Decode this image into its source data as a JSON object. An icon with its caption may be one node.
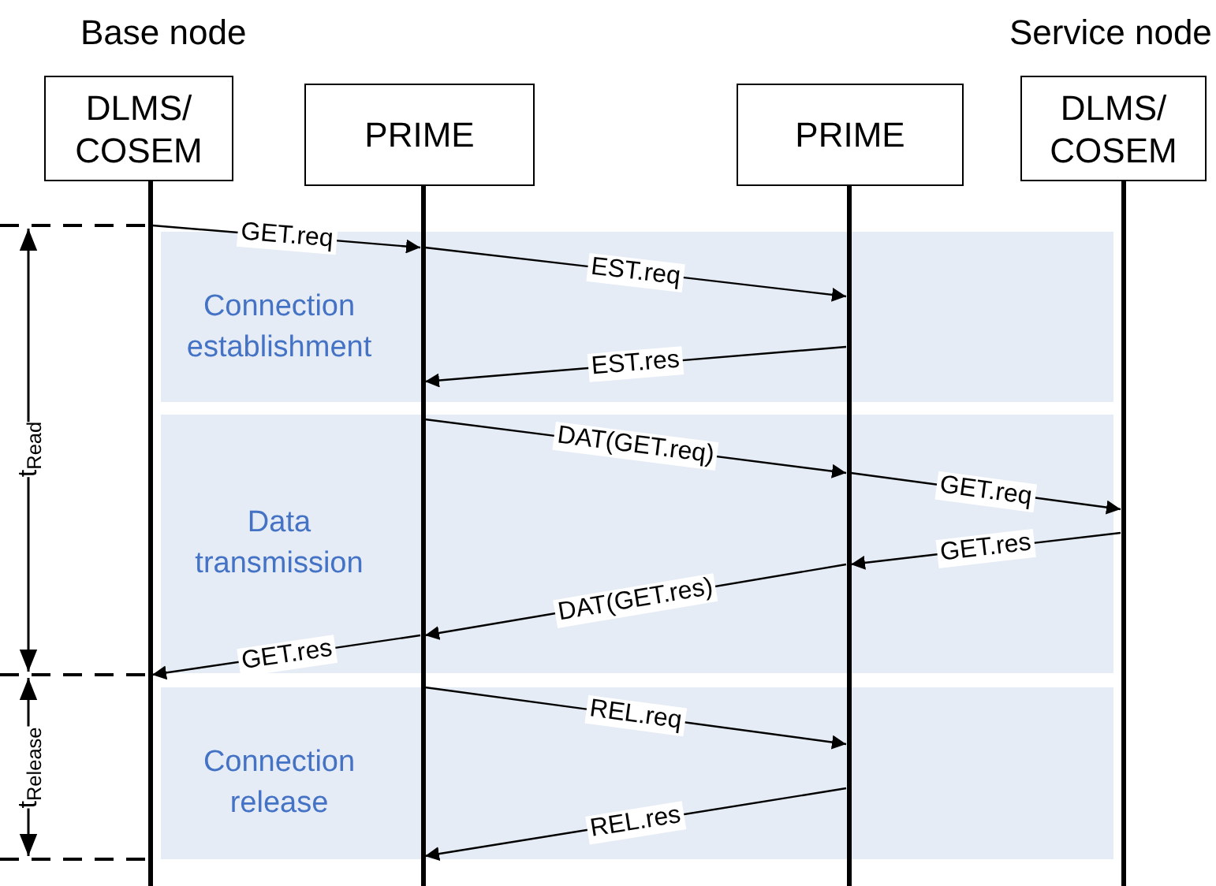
{
  "diagram": {
    "nodes": [
      {
        "text": [
          "DLMS/ COSEM"
        ]
      },
      {
        "text": [
          "PRIME"
        ]
      },
      {
        "text": [
          "PRIME"
        ]
      },
      {
        "text": [
          "DLMS/ COSEM"
        ]
      },
      {
        "text": [],
        "shape": "bar"
      },
      {
        "text": [],
        "shape": "bar"
      },
      {
        "text": [],
        "shape": "bar"
      },
      {
        "text": [],
        "shape": "bar"
      }
    ],
    "edges": [
      {
        "from": 4,
        "to": 5,
        "arrow": "to",
        "label": "GET.req"
      },
      {
        "from": 5,
        "to": 6,
        "arrow": "to",
        "label": "EST.req"
      },
      {
        "from": 6,
        "to": 5,
        "arrow": "to",
        "label": "EST.res"
      },
      {
        "from": 5,
        "to": 6,
        "arrow": "to",
        "label": "DAT(GET.req)"
      },
      {
        "from": 6,
        "to": 7,
        "arrow": "to",
        "label": "GET.req"
      },
      {
        "from": 7,
        "to": 6,
        "arrow": "to",
        "label": "GET.res"
      },
      {
        "from": 6,
        "to": 5,
        "arrow": "to",
        "label": "DAT(GET.res)"
      },
      {
        "from": 5,
        "to": 4,
        "arrow": "to",
        "label": "GET.res"
      },
      {
        "from": 5,
        "to": 6,
        "arrow": "to",
        "label": "REL.req"
      },
      {
        "from": 6,
        "to": 5,
        "arrow": "to",
        "label": "REL.res"
      }
    ],
    "labels": [
      "Base node",
      "Service node",
      "Connection establishment",
      "t$_{Read}$",
      "Data transmission",
      "Connection release",
      "t$_{Release}$"
    ]
  }
}
